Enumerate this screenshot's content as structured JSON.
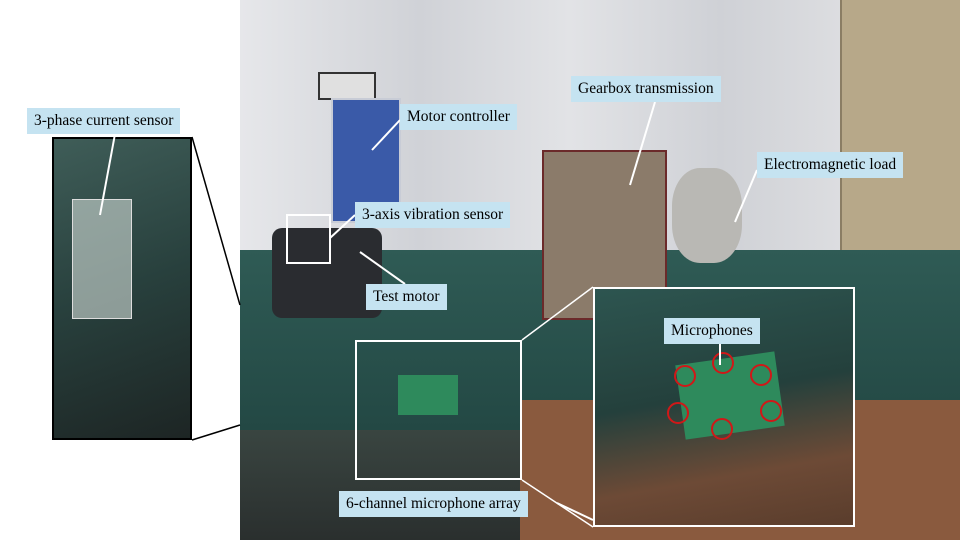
{
  "labels": {
    "current_sensor": "3-phase current sensor",
    "motor_controller": "Motor controller",
    "gearbox": "Gearbox transmission",
    "load": "Electromagnetic load",
    "vibration": "3-axis vibration sensor",
    "test_motor": "Test motor",
    "microphones": "Microphones",
    "mic_array": "6-channel microphone array"
  },
  "colors": {
    "label_bg": "#c5e3f1",
    "circle": "#d01818"
  }
}
